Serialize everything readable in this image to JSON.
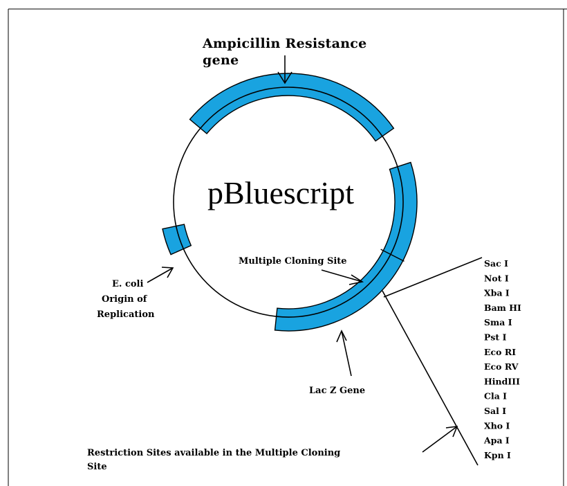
{
  "title": "pBluescript",
  "labels": {
    "amp_line1": "Ampicillin Resistance",
    "amp_line2": "gene",
    "mcs": "Multiple Cloning Site",
    "ori_line1": "E. coli",
    "ori_line2": "Origin of",
    "ori_line3": "Replication",
    "lacz": "Lac Z Gene",
    "restriction_line1": "Restriction Sites available in the Multiple Cloning",
    "restriction_line2": "Site"
  },
  "restriction_sites": [
    "Sac I",
    "Not I",
    "Xba I",
    "Bam HI",
    "Sma I",
    "Pst I",
    "Eco RI",
    "Eco RV",
    "HindIII",
    "Cla I",
    "Sal I",
    "Xho I",
    "Apa I",
    "Kpn I"
  ],
  "colors": {
    "gene_fill": "#19a3e0",
    "stroke": "#000000",
    "background": "#ffffff"
  }
}
